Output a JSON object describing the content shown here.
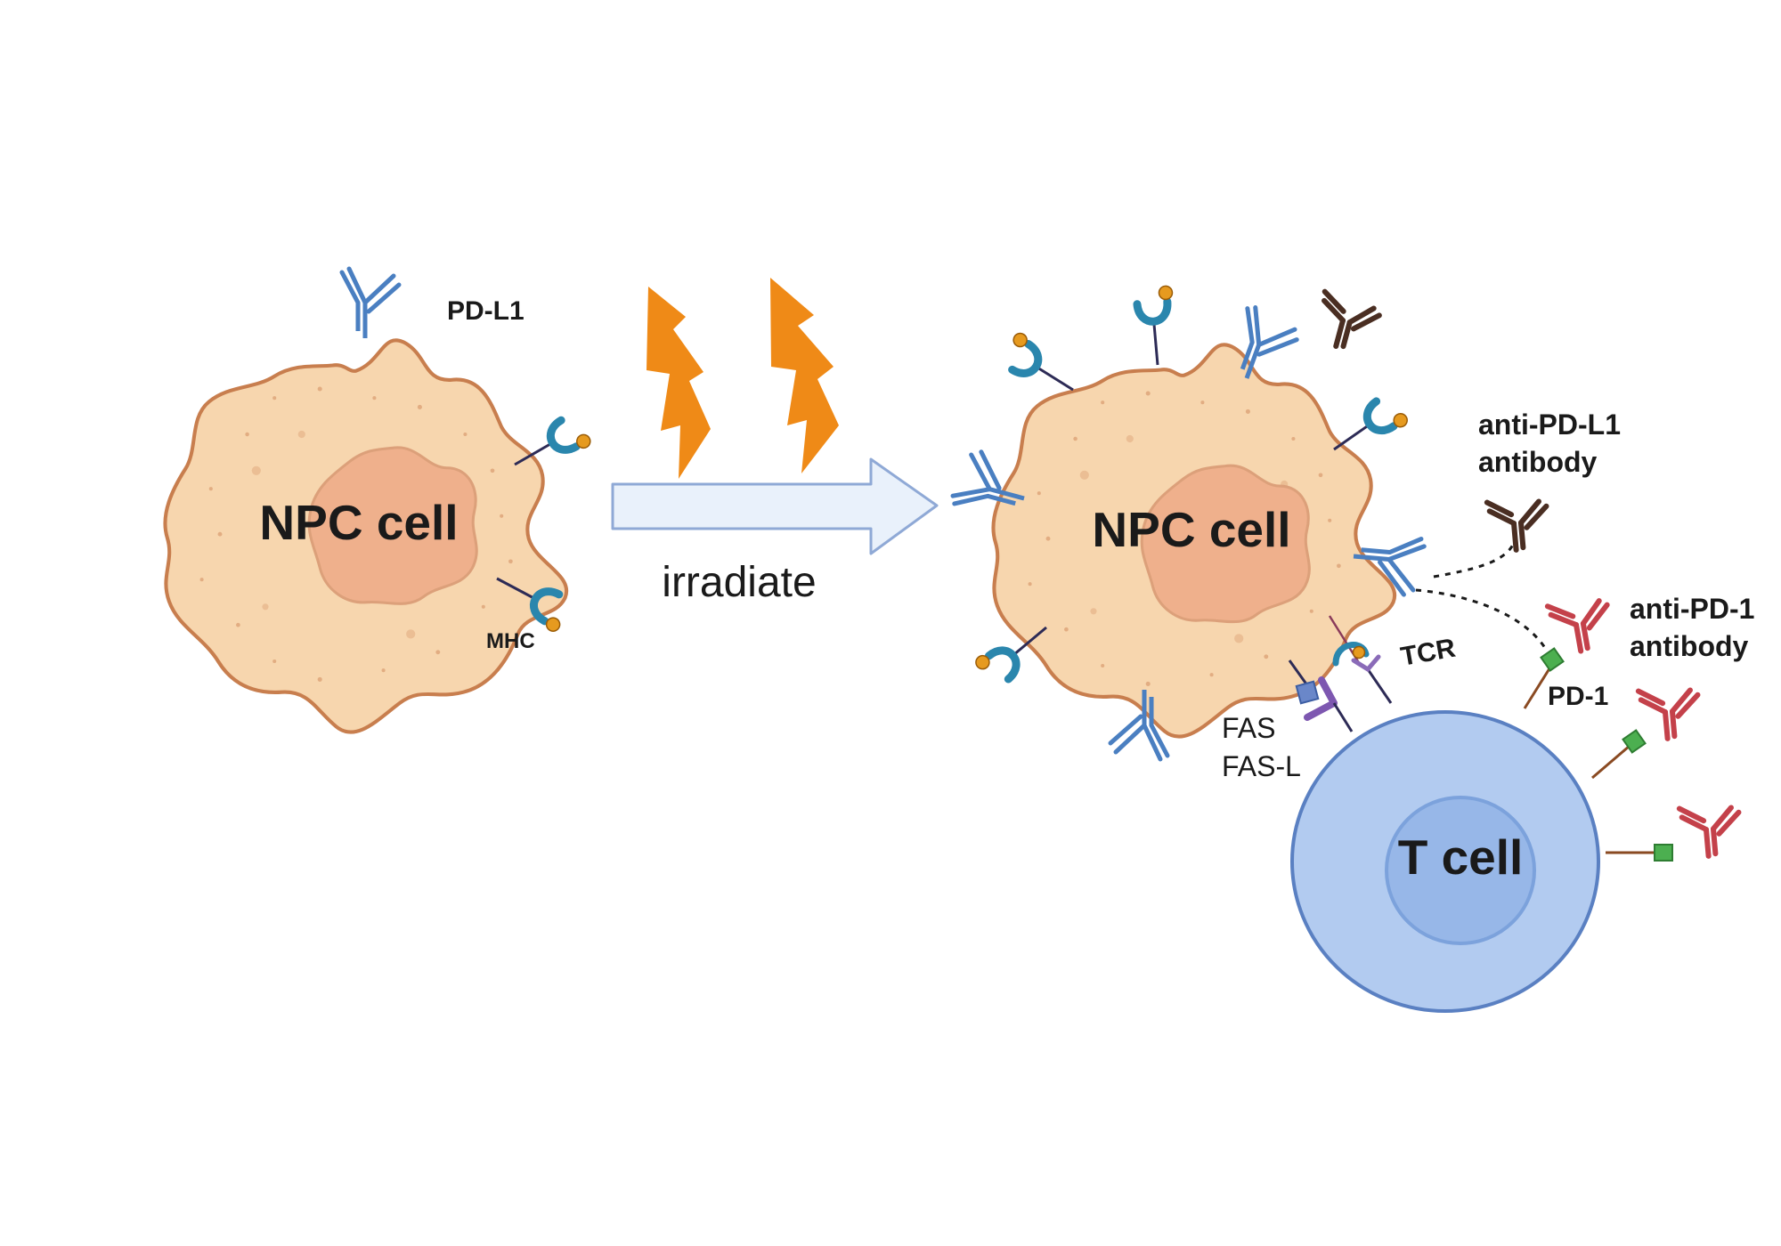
{
  "labels": {
    "npc_cell_left": "NPC cell",
    "npc_cell_right": "NPC cell",
    "t_cell": "T cell",
    "pd_l1": "PD-L1",
    "mhc": "MHC",
    "irradiate": "irradiate",
    "anti_pd_l1_line1": "anti-PD-L1",
    "anti_pd_l1_line2": "antibody",
    "anti_pd_1_line1": "anti-PD-1",
    "anti_pd_1_line2": "antibody",
    "tcr": "TCR",
    "pd_1": "PD-1",
    "fas": "FAS",
    "fas_l": "FAS-L"
  },
  "colors": {
    "npc_cytoplasm": "#f7d6ae",
    "npc_membrane": "#c87e4e",
    "npc_nucleus": "#efb08c",
    "t_cell_body": "#b2cbf0",
    "t_cell_membrane": "#5a80c2",
    "t_cell_nucleus": "#97b7e8",
    "pd_l1": "#4a7fc1",
    "mhc": "#2a86ad",
    "mhc_peptide": "#e69a1f",
    "lightning": "#ef8a17",
    "arrow_fill": "#e9f1fb",
    "arrow_stroke": "#8fa9d6",
    "anti_pd_l1_antibody": "#4a2e22",
    "anti_pd_1_antibody": "#c4414a",
    "pd_1_receptor": "#4caf50",
    "fas": "#7d57b0",
    "fas_l": "#6a87c9",
    "tcr": "#8a6bb8"
  }
}
